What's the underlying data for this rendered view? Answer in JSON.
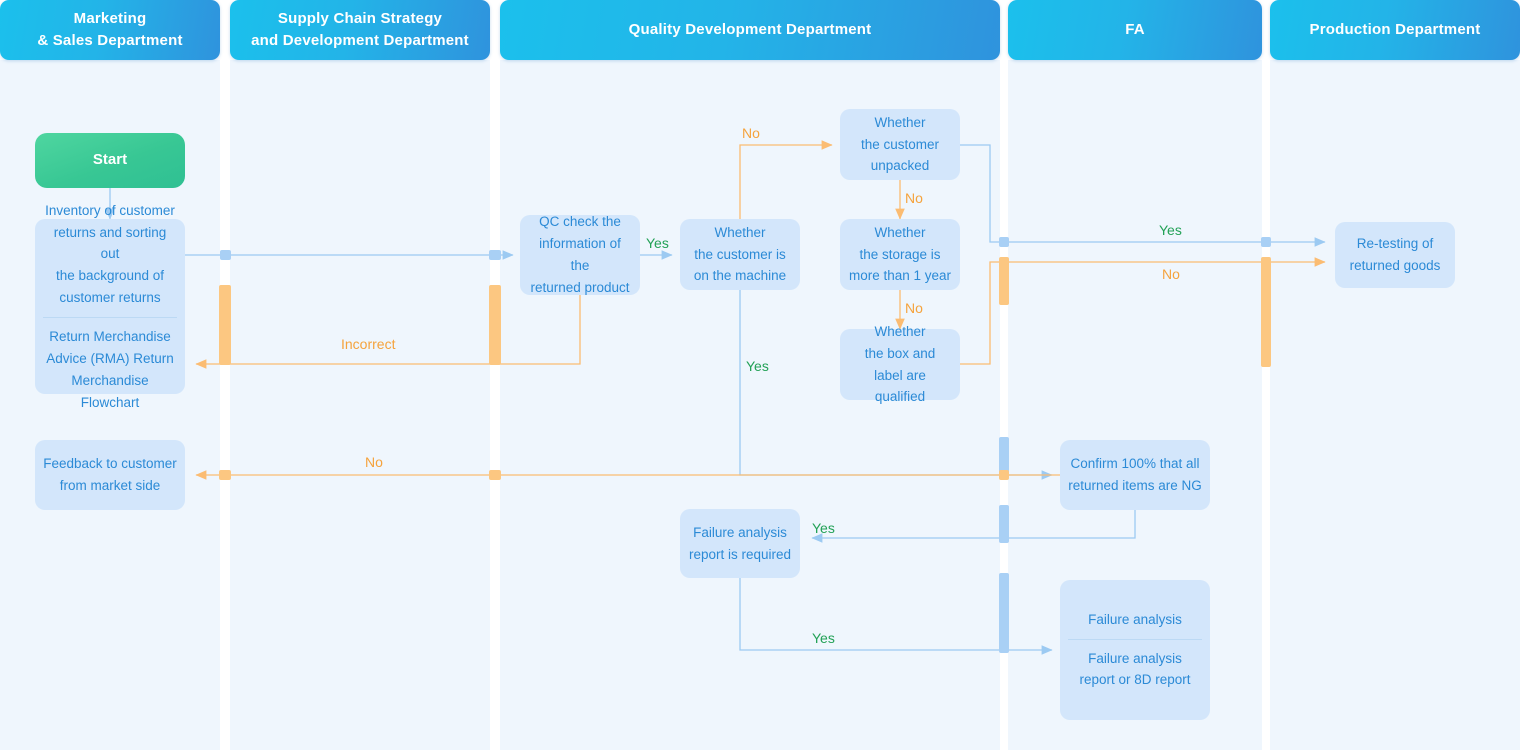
{
  "diagram": {
    "title": "Return Merchandise Advice (RMA) Return Merchandise Flowchart",
    "colors": {
      "lane_background": "#eff6fd",
      "lane_header_start": "#1bc0ec",
      "lane_header_end": "#2f93dd",
      "node_fill": "#d3e6fb",
      "node_text": "#2b8ad6",
      "start_fill": "#38c794",
      "yes_label": "#22a156",
      "no_label": "#f5a33d",
      "blue_connector": "#a9d0f5",
      "orange_connector": "#fbbc72"
    }
  },
  "lanes": [
    {
      "id": "marketing",
      "label": "Marketing\n& Sales Department"
    },
    {
      "id": "supply-chain",
      "label": "Supply Chain Strategy\nand Development Department"
    },
    {
      "id": "quality",
      "label": "Quality Development Department"
    },
    {
      "id": "fa",
      "label": "FA"
    },
    {
      "id": "production",
      "label": "Production Department"
    }
  ],
  "lane_labels": {
    "marketing_line1": "Marketing",
    "marketing_line2": "& Sales Department",
    "supply_line1": "Supply Chain Strategy",
    "supply_line2": "and Development Department",
    "quality": "Quality Development Department",
    "fa": "FA",
    "production": "Production Department"
  },
  "nodes": {
    "start": {
      "label": "Start"
    },
    "inventory": {
      "line1": "Inventory of customer",
      "line2": "returns and sorting out",
      "line3": "the background of",
      "line4": "customer returns"
    },
    "rma": {
      "line1": "Return Merchandise",
      "line2": "Advice (RMA) Return",
      "line3": "Merchandise Flowchart"
    },
    "feedback": {
      "line1": "Feedback to customer",
      "line2": "from market side"
    },
    "qc_check": {
      "line1": "QC check the",
      "line2": "information of the",
      "line3": "returned product"
    },
    "on_machine": {
      "line1": "Whether",
      "line2": "the customer is",
      "line3": "on the machine"
    },
    "unpacked": {
      "line1": "Whether",
      "line2": "the customer",
      "line3": "unpacked"
    },
    "storage": {
      "line1": "Whether",
      "line2": "the storage is",
      "line3": "more than 1 year"
    },
    "box_label": {
      "line1": "Whether",
      "line2": "the box and",
      "line3": "label are qualified"
    },
    "confirm_ng": {
      "line1": "Confirm 100% that all",
      "line2": "returned items are NG"
    },
    "far_required": {
      "line1": "Failure analysis",
      "line2": "report is required"
    },
    "failure_analysis": {
      "label": "Failure analysis"
    },
    "fa_report": {
      "line1": "Failure analysis",
      "line2": "report or 8D report"
    },
    "retesting": {
      "line1": "Re-testing of",
      "line2": "returned goods"
    }
  },
  "edge_labels": {
    "qc_yes": "Yes",
    "on_machine_no": "No",
    "on_machine_yes": "Yes",
    "unpacked_no": "No",
    "storage_no": "No",
    "incorrect": "Incorrect",
    "feedback_no": "No",
    "retest_yes": "Yes",
    "retest_no": "No",
    "far_yes": "Yes",
    "fa_yes": "Yes"
  }
}
